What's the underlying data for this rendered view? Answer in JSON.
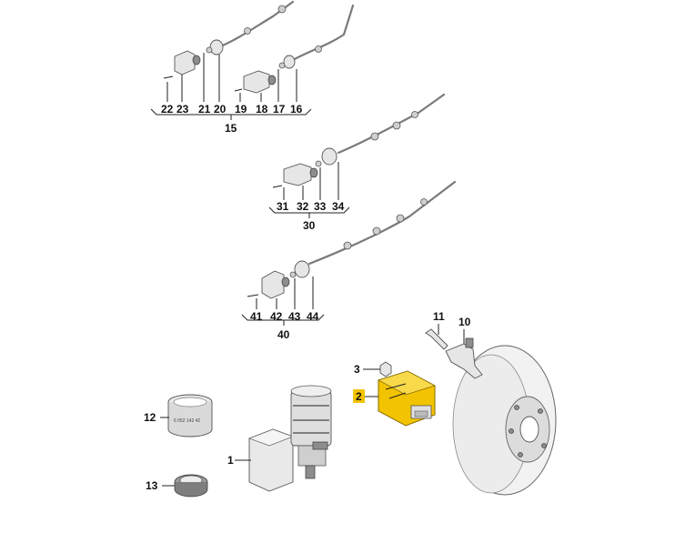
{
  "labels": {
    "group15": {
      "items": [
        "22",
        "23",
        "21",
        "20",
        "19",
        "18",
        "17",
        "16"
      ],
      "total": "15"
    },
    "group30": {
      "items": [
        "31",
        "32",
        "33",
        "34"
      ],
      "total": "30"
    },
    "group40": {
      "items": [
        "41",
        "42",
        "43",
        "44"
      ],
      "total": "40"
    },
    "p1": "1",
    "p2": "2",
    "p3": "3",
    "p10": "10",
    "p11": "11",
    "p12": "12",
    "p13": "13"
  },
  "part_text": {
    "ring12": "6 052 142 42"
  },
  "colors": {
    "highlight": "#f2c300",
    "cable": "#7a7a7a",
    "part": "#e6e6e6"
  }
}
